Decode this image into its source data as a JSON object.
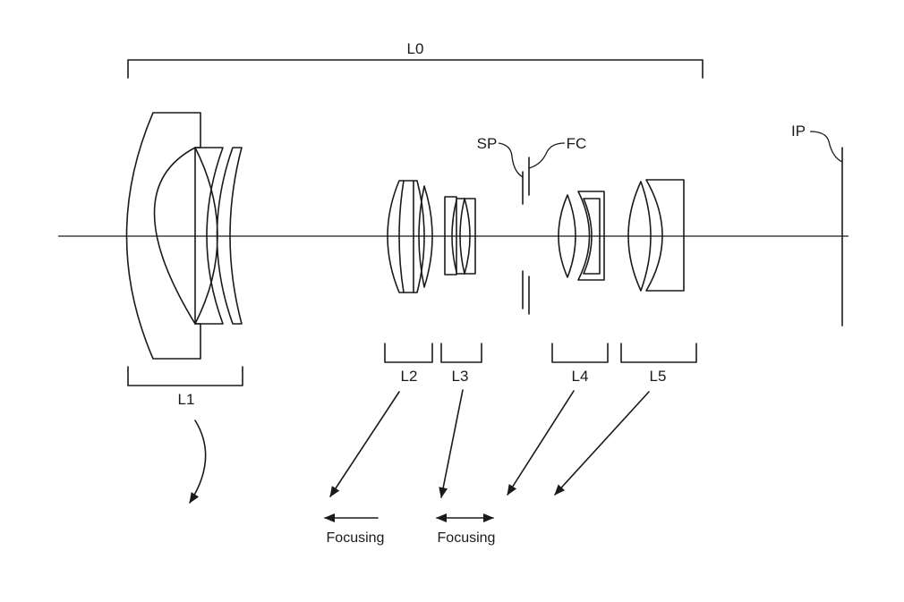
{
  "labels": {
    "overall_system": "L0",
    "first_group": "L1",
    "second_group": "L2",
    "third_group": "L3",
    "fourth_group": "L4",
    "fifth_group": "L5",
    "aperture_stop": "SP",
    "flare_cut": "FC",
    "image_plane": "IP"
  },
  "focusing": {
    "left_caption": "Focusing",
    "right_caption": "Focusing"
  }
}
